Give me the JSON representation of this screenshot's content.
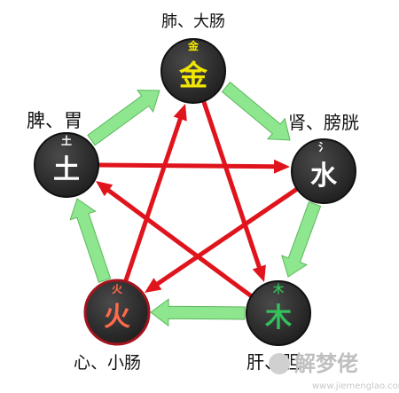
{
  "nodes": {
    "metal": {
      "char": "金",
      "small": "金",
      "organs": "肺、大肠",
      "color": "#f1e600"
    },
    "water": {
      "char": "水",
      "small": "氵",
      "organs": "肾、膀胱",
      "color": "#ffffff"
    },
    "wood": {
      "char": "木",
      "small": "木",
      "organs": "肝、胆",
      "color": "#34c05a"
    },
    "fire": {
      "char": "火",
      "small": "火",
      "organs": "心、小肠",
      "color": "#ff6a4a"
    },
    "earth": {
      "char": "土",
      "small": "土",
      "organs": "脾、胃",
      "color": "#ffffff"
    }
  },
  "colors": {
    "generating_arrow": "#8ee68e",
    "controlling_arrow": "#e0141d",
    "node_fill": "#2c2c2c"
  },
  "watermark": {
    "text": "解梦佬",
    "url": "www.jiemenglao.com"
  }
}
